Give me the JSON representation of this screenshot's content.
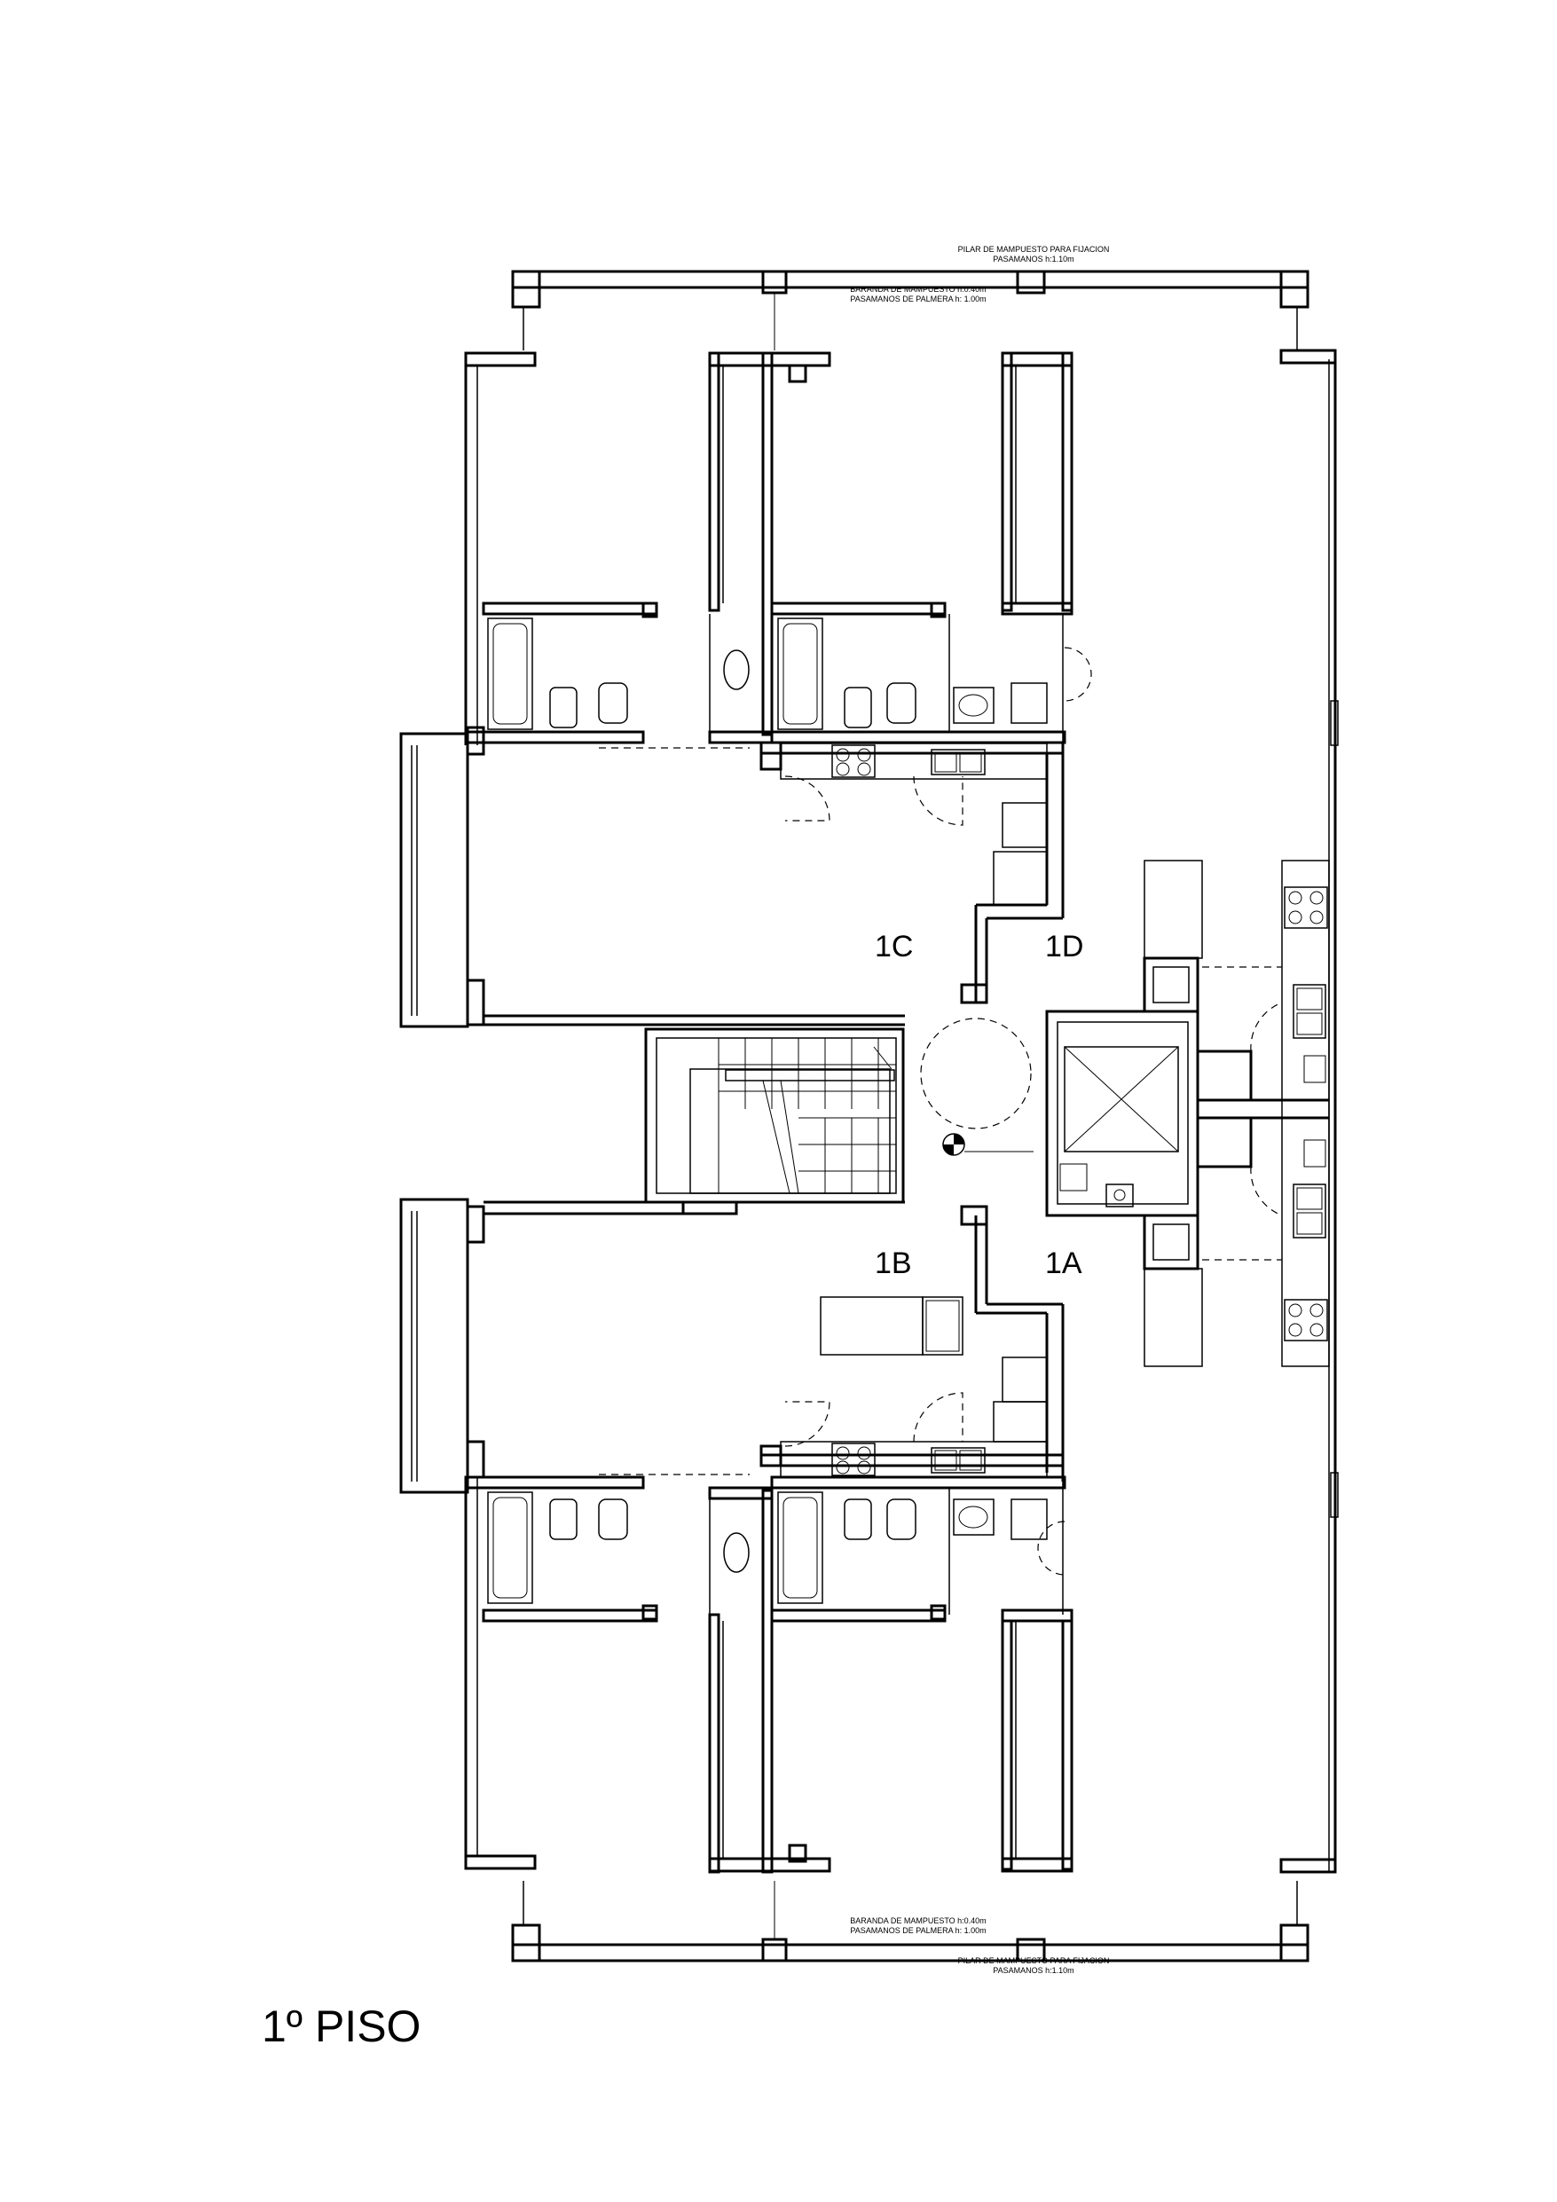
{
  "sheet": {
    "title": "1º PISO"
  },
  "units": [
    "1C",
    "1D",
    "1B",
    "1A"
  ],
  "notes": {
    "top_pillar_line1": "PILAR DE MAMPUESTO PARA FIJACION",
    "top_pillar_line2": "PASAMANOS h:1.10m",
    "top_railing_line1": "BARANDA DE MAMPUESTO h:0.40m",
    "top_railing_line2": "PASAMANOS DE PALMERA h: 1.00m",
    "bottom_railing_line1": "BARANDA DE MAMPUESTO h:0.40m",
    "bottom_railing_line2": "PASAMANOS DE PALMERA h: 1.00m",
    "bottom_pillar_line1": "PILAR DE MAMPUESTO PARA FIJACION",
    "bottom_pillar_line2": "PASAMANOS h:1.10m"
  },
  "icons": {
    "level_marker": "level-marker-icon",
    "stair": "staircase-icon",
    "elevator": "elevator-shaft-icon"
  }
}
